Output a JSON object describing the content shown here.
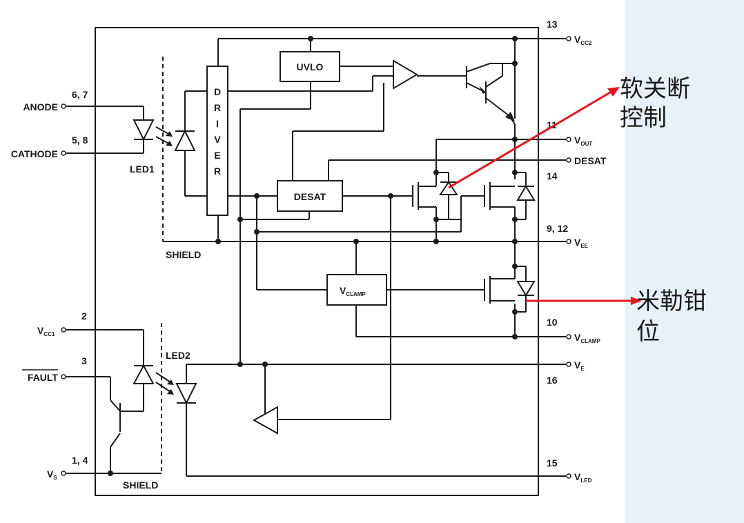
{
  "chip": {
    "blocks": {
      "uvlo": "UVLO",
      "desat": "DESAT",
      "driver_letters": [
        "D",
        "R",
        "I",
        "V",
        "E",
        "R"
      ],
      "vclamp_main": "V",
      "vclamp_sub": "CLAMP"
    },
    "inner_labels": {
      "led1": "LED1",
      "led2": "LED2",
      "shield_top": "SHIELD",
      "shield_bottom": "SHIELD"
    },
    "left_pins": {
      "anode_num": "6, 7",
      "anode": "ANODE",
      "cathode_num": "5, 8",
      "cathode": "CATHODE",
      "vcc1_num": "2",
      "vcc1_main": "V",
      "vcc1_sub": "CC1",
      "fault_num": "3",
      "fault": "FAULT",
      "vs_num": "1, 4",
      "vs_main": "V",
      "vs_sub": "S"
    },
    "right_pins": {
      "vcc2_num": "13",
      "vcc2_main": "V",
      "vcc2_sub": "CC2",
      "vout_num": "11",
      "vout_main": "V",
      "vout_sub": "OUT",
      "desat": "DESAT",
      "desat_num": "14",
      "vee_num": "9, 12",
      "vee_main": "V",
      "vee_sub": "EE",
      "vclamp_num": "10",
      "vclamp_main": "V",
      "vclamp_sub": "CLAMP",
      "ve_main": "V",
      "ve_sub": "E",
      "ve_num": "16",
      "vled_num": "15",
      "vled_main": "V",
      "vled_sub": "LED"
    }
  },
  "annotations": {
    "soft_shutdown_line1": "软关断",
    "soft_shutdown_line2": "控制",
    "miller_clamp_line1": "米勒钳",
    "miller_clamp_line2": "位",
    "arrow_color": "#e8141d"
  },
  "panel_color": "#e7f1f7"
}
